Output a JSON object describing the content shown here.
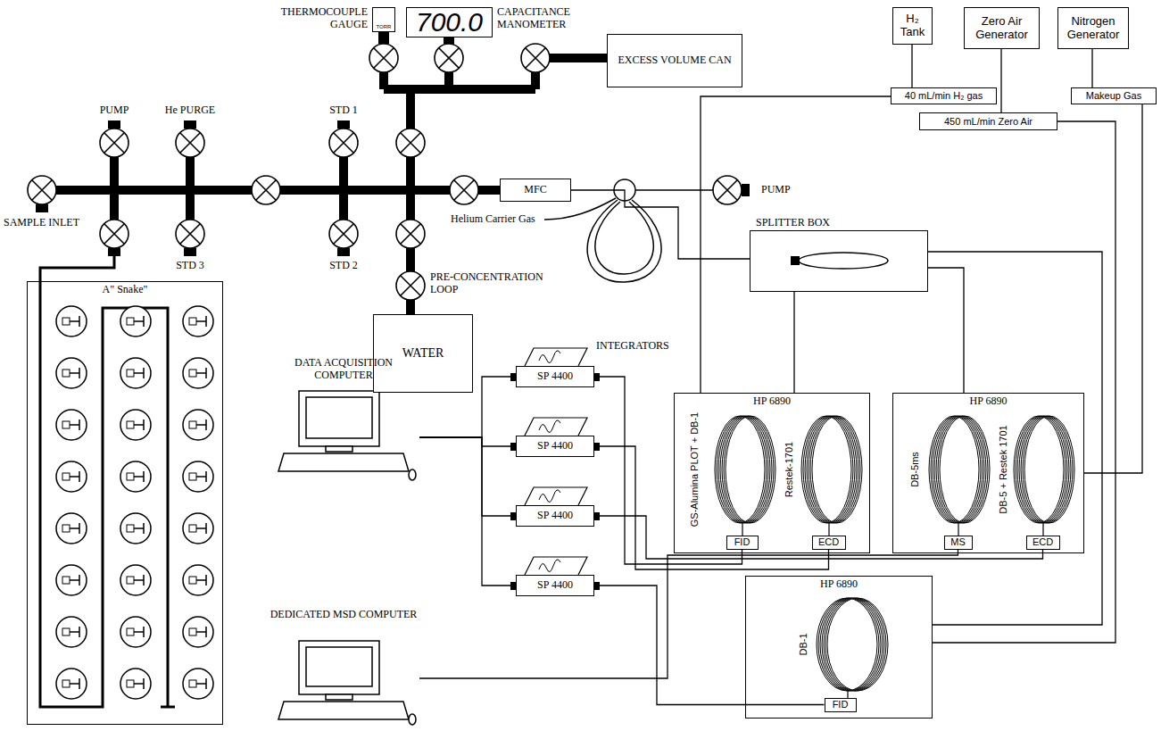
{
  "diagram": {
    "nodes": [
      {
        "text": [
          "THERMOCOUPLE GAUGE",
          "TORR"
        ]
      },
      {
        "text": [
          "700.0",
          "CAPACITANCE MANOMETER"
        ]
      },
      {
        "text": [
          "EXCESS VOLUME CAN"
        ]
      },
      {
        "text": [
          "H₂ Tank"
        ]
      },
      {
        "text": [
          "Zero Air Generator"
        ]
      },
      {
        "text": [
          "Nitrogen Generator"
        ]
      },
      {
        "text": [
          "40 mL/min H₂ gas"
        ]
      },
      {
        "text": [
          "Makeup Gas"
        ]
      },
      {
        "text": [
          "450 mL/min Zero Air"
        ]
      },
      {
        "text": [
          "MFC"
        ]
      },
      {
        "text": [
          "SPLITTER BOX"
        ]
      },
      {
        "text": [
          "WATER"
        ]
      },
      {
        "text": [
          "A\" Snake\""
        ]
      },
      {
        "text": [
          "SP 4400"
        ]
      },
      {
        "text": [
          "SP 4400"
        ]
      },
      {
        "text": [
          "SP 4400"
        ]
      },
      {
        "text": [
          "SP 4400"
        ]
      },
      {
        "text": [
          "DATA ACQUISITION COMPUTER"
        ]
      },
      {
        "text": [
          "HP 6890"
        ]
      },
      {
        "text": [
          "FID"
        ],
        "in": 18
      },
      {
        "text": [
          "ECD"
        ],
        "in": 18
      },
      {
        "text": [
          "HP 6890"
        ]
      },
      {
        "text": [
          "MS"
        ],
        "in": 21
      },
      {
        "text": [
          "ECD"
        ],
        "in": 21
      },
      {
        "text": [
          "DEDICATED MSD COMPUTER"
        ]
      },
      {
        "text": [
          "HP 6890"
        ]
      },
      {
        "text": [
          "FID"
        ],
        "in": 25
      }
    ],
    "edges": [
      {
        "from": 3,
        "to": 6,
        "arrow": "none"
      },
      {
        "from": 4,
        "to": 8,
        "arrow": "none"
      },
      {
        "from": 5,
        "to": 7,
        "arrow": "none"
      },
      {
        "from": 9,
        "to": 10,
        "arrow": "none"
      },
      {
        "from": 10,
        "to": 18,
        "arrow": "none"
      },
      {
        "from": 10,
        "to": 21,
        "arrow": "none"
      },
      {
        "from": 10,
        "to": 25,
        "arrow": "none"
      },
      {
        "from": 6,
        "to": 18,
        "arrow": "none"
      },
      {
        "from": 8,
        "to": 25,
        "arrow": "none"
      },
      {
        "from": 7,
        "to": 21,
        "arrow": "none"
      },
      {
        "from": 19,
        "to": 13,
        "arrow": "none"
      },
      {
        "from": 20,
        "to": 14,
        "arrow": "none"
      },
      {
        "from": 23,
        "to": 15,
        "arrow": "none"
      },
      {
        "from": 26,
        "to": 16,
        "arrow": "none"
      },
      {
        "from": 22,
        "to": 24,
        "arrow": "none"
      },
      {
        "from": 13,
        "to": 17,
        "arrow": "none"
      },
      {
        "from": 14,
        "to": 17,
        "arrow": "none"
      },
      {
        "from": 15,
        "to": 17,
        "arrow": "none"
      },
      {
        "from": 16,
        "to": 17,
        "arrow": "none"
      }
    ],
    "labels": [
      "PUMP",
      "He PURGE",
      "STD 1",
      "SAMPLE INLET",
      "STD 3",
      "STD 2",
      "PRE-CONCENTRATION LOOP",
      "PUMP",
      "Helium Carrier Gas",
      "INTEGRATORS",
      "GS-Alumina PLOT + DB-1",
      "Restek-1701",
      "DB-5ms",
      "DB-5 + Restek 1701",
      "DB-1"
    ]
  }
}
